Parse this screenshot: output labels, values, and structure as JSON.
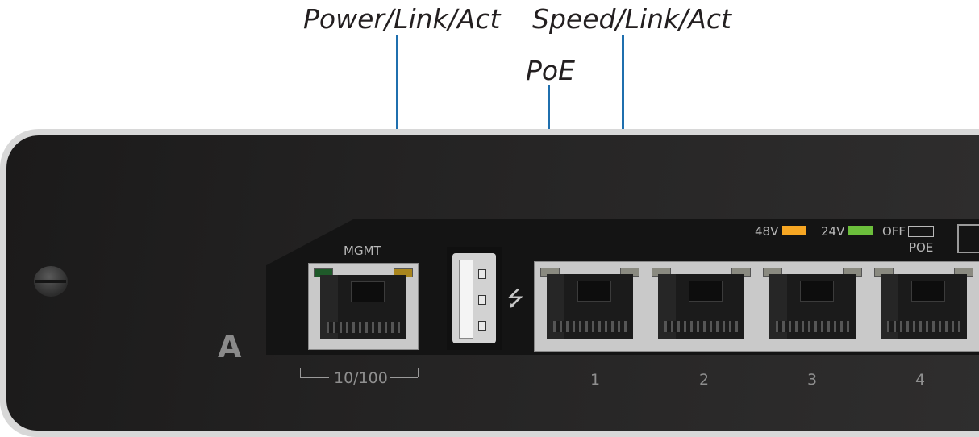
{
  "callouts": {
    "power_link_act": "Power/Link/Act",
    "speed_link_act": "Speed/Link/Act",
    "poe": "PoE"
  },
  "panel": {
    "mgmt_label": "MGMT",
    "mgmt_speed": "10/100",
    "port_letter": "A",
    "port_numbers": [
      "1",
      "2",
      "3",
      "4"
    ],
    "poe_legend": {
      "v48_label": "48V",
      "v24_label": "24V",
      "off_label": "OFF",
      "poe_label": "POE"
    }
  },
  "colors": {
    "leader_line": "#1f6fae",
    "led_48v": "#f6a623",
    "led_24v": "#6cbf3c",
    "mgmt_power_led": "#1f5a2a",
    "mgmt_link_led": "#a9861e"
  },
  "icons": {
    "usb": "usb-icon",
    "screw": "screw-icon"
  }
}
